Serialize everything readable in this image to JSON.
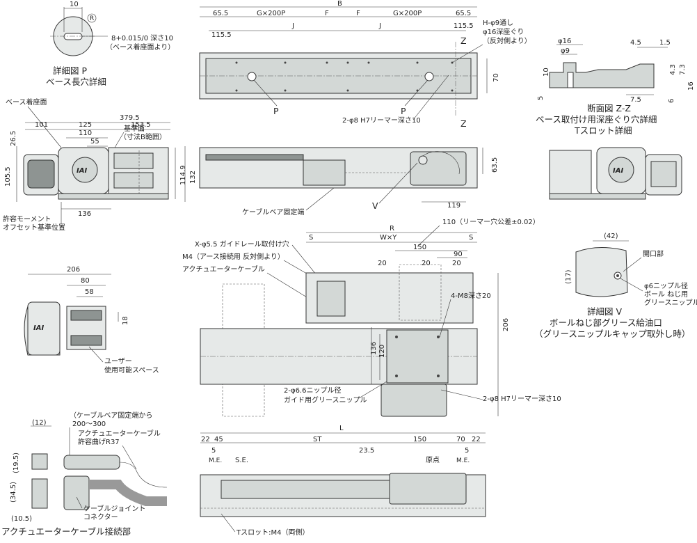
{
  "detailP": {
    "d10": "10",
    "r": "R",
    "hole": "8+0.015/0 深さ10",
    "hole_sub": "（ベース着座面より）",
    "title1": "詳細図 P",
    "title2": "ベース長穴詳細"
  },
  "side": {
    "seat": "ベース着座面",
    "d379": "379.5",
    "d101": "101",
    "d125": "125",
    "d153": "153.5",
    "d110": "110",
    "d55": "55",
    "d26": "26.5",
    "d105": "105.5",
    "d114": "114.9",
    "d132": "132",
    "d136": "136",
    "ref1": "基準面",
    "ref2": "（寸法B範囲）",
    "moment1": "許容モーメント",
    "moment2": "オフセット基準位置",
    "logo": "IAI"
  },
  "top": {
    "B": "B",
    "d65l": "65.5",
    "gl": "G×200P",
    "F1": "F",
    "F2": "F",
    "gr": "G×200P",
    "d65r": "65.5",
    "d115l": "115.5",
    "J1": "J",
    "J2": "J",
    "d115r": "115.5",
    "d70": "70",
    "hphi1": "H-φ9通し",
    "hphi2": "φ16深座ぐり",
    "hphi3": "（反対側より）",
    "Z1": "Z",
    "Z2": "Z",
    "P1": "P",
    "P2": "P",
    "reamer": "2-φ8 H7リーマー深さ10"
  },
  "front": {
    "d63": "63.5",
    "d119": "119",
    "V": "V",
    "cable_fix": "ケーブルベア固定端"
  },
  "section": {
    "phi16": "φ16",
    "phi9": "φ9",
    "d45": "4.5",
    "d15": "1.5",
    "d10": "10",
    "d43": "4.3",
    "d73": "7.3",
    "d5": "5",
    "d16": "16",
    "d6": "6",
    "d75": "7.5",
    "title1": "断面図 Z-Z",
    "title2": "ベース取付け用深座ぐり穴詳細",
    "title3": "Tスロット詳細"
  },
  "slider": {
    "R": "R",
    "tol": "110（リーマー穴公差±0.02）",
    "S1": "S",
    "S2": "S",
    "WY": "W×Y",
    "d150": "150",
    "d90": "90",
    "d20a": "20",
    "d20b": "20",
    "d20c": "20",
    "guide_hole": "X-φ5.5 ガイドレール取付け穴",
    "m4": "M4（アース接続用 反対側より）",
    "act_cable": "アクチュエーターケーブル",
    "m8": "4-M8深さ20",
    "d206": "206",
    "d136": "136",
    "d120": "120",
    "nipple1": "2-φ6.6ニップル径",
    "nipple2": "ガイド用グリースニップル",
    "reamer2": "2-φ8 H7リーマー深さ10"
  },
  "detailV": {
    "d42": "(42)",
    "d17": "(17)",
    "opening": "開口部",
    "nip1": "φ6ニップル径",
    "nip2": "ボール ねじ用",
    "nip3": "グリースニップル",
    "title1": "詳細図 V",
    "title2": "ボールねじ部グリース給油口",
    "title3": "（グリースニップルキャップ取外し時）"
  },
  "user_space": {
    "d206": "206",
    "d80": "80",
    "d58": "58",
    "d18": "18",
    "label1": "ユーザー",
    "label2": "使用可能スペース"
  },
  "cable_joint": {
    "d12": "(12)",
    "d195": "(19.5)",
    "d345": "(34.5)",
    "d105": "(10.5)",
    "note1": "（ケーブルベア固定端から",
    "note2": "200～300",
    "note3": "アクチュエーターケーブル",
    "note4": "許容曲げR37",
    "joint1": "ケーブルジョイント",
    "joint2": "コネクター",
    "title": "アクチュエーターケーブル接続部"
  },
  "bottom": {
    "L": "L",
    "d22l": "22",
    "d45": "45",
    "ST": "ST",
    "d150": "150",
    "d70": "70",
    "d22r": "22",
    "d5l": "5",
    "me1": "M.E.",
    "se": "S.E.",
    "d235": "23.5",
    "origin": "原点",
    "d5r": "5",
    "me2": "M.E.",
    "tslot": "Tスロット:M4（両側）"
  }
}
